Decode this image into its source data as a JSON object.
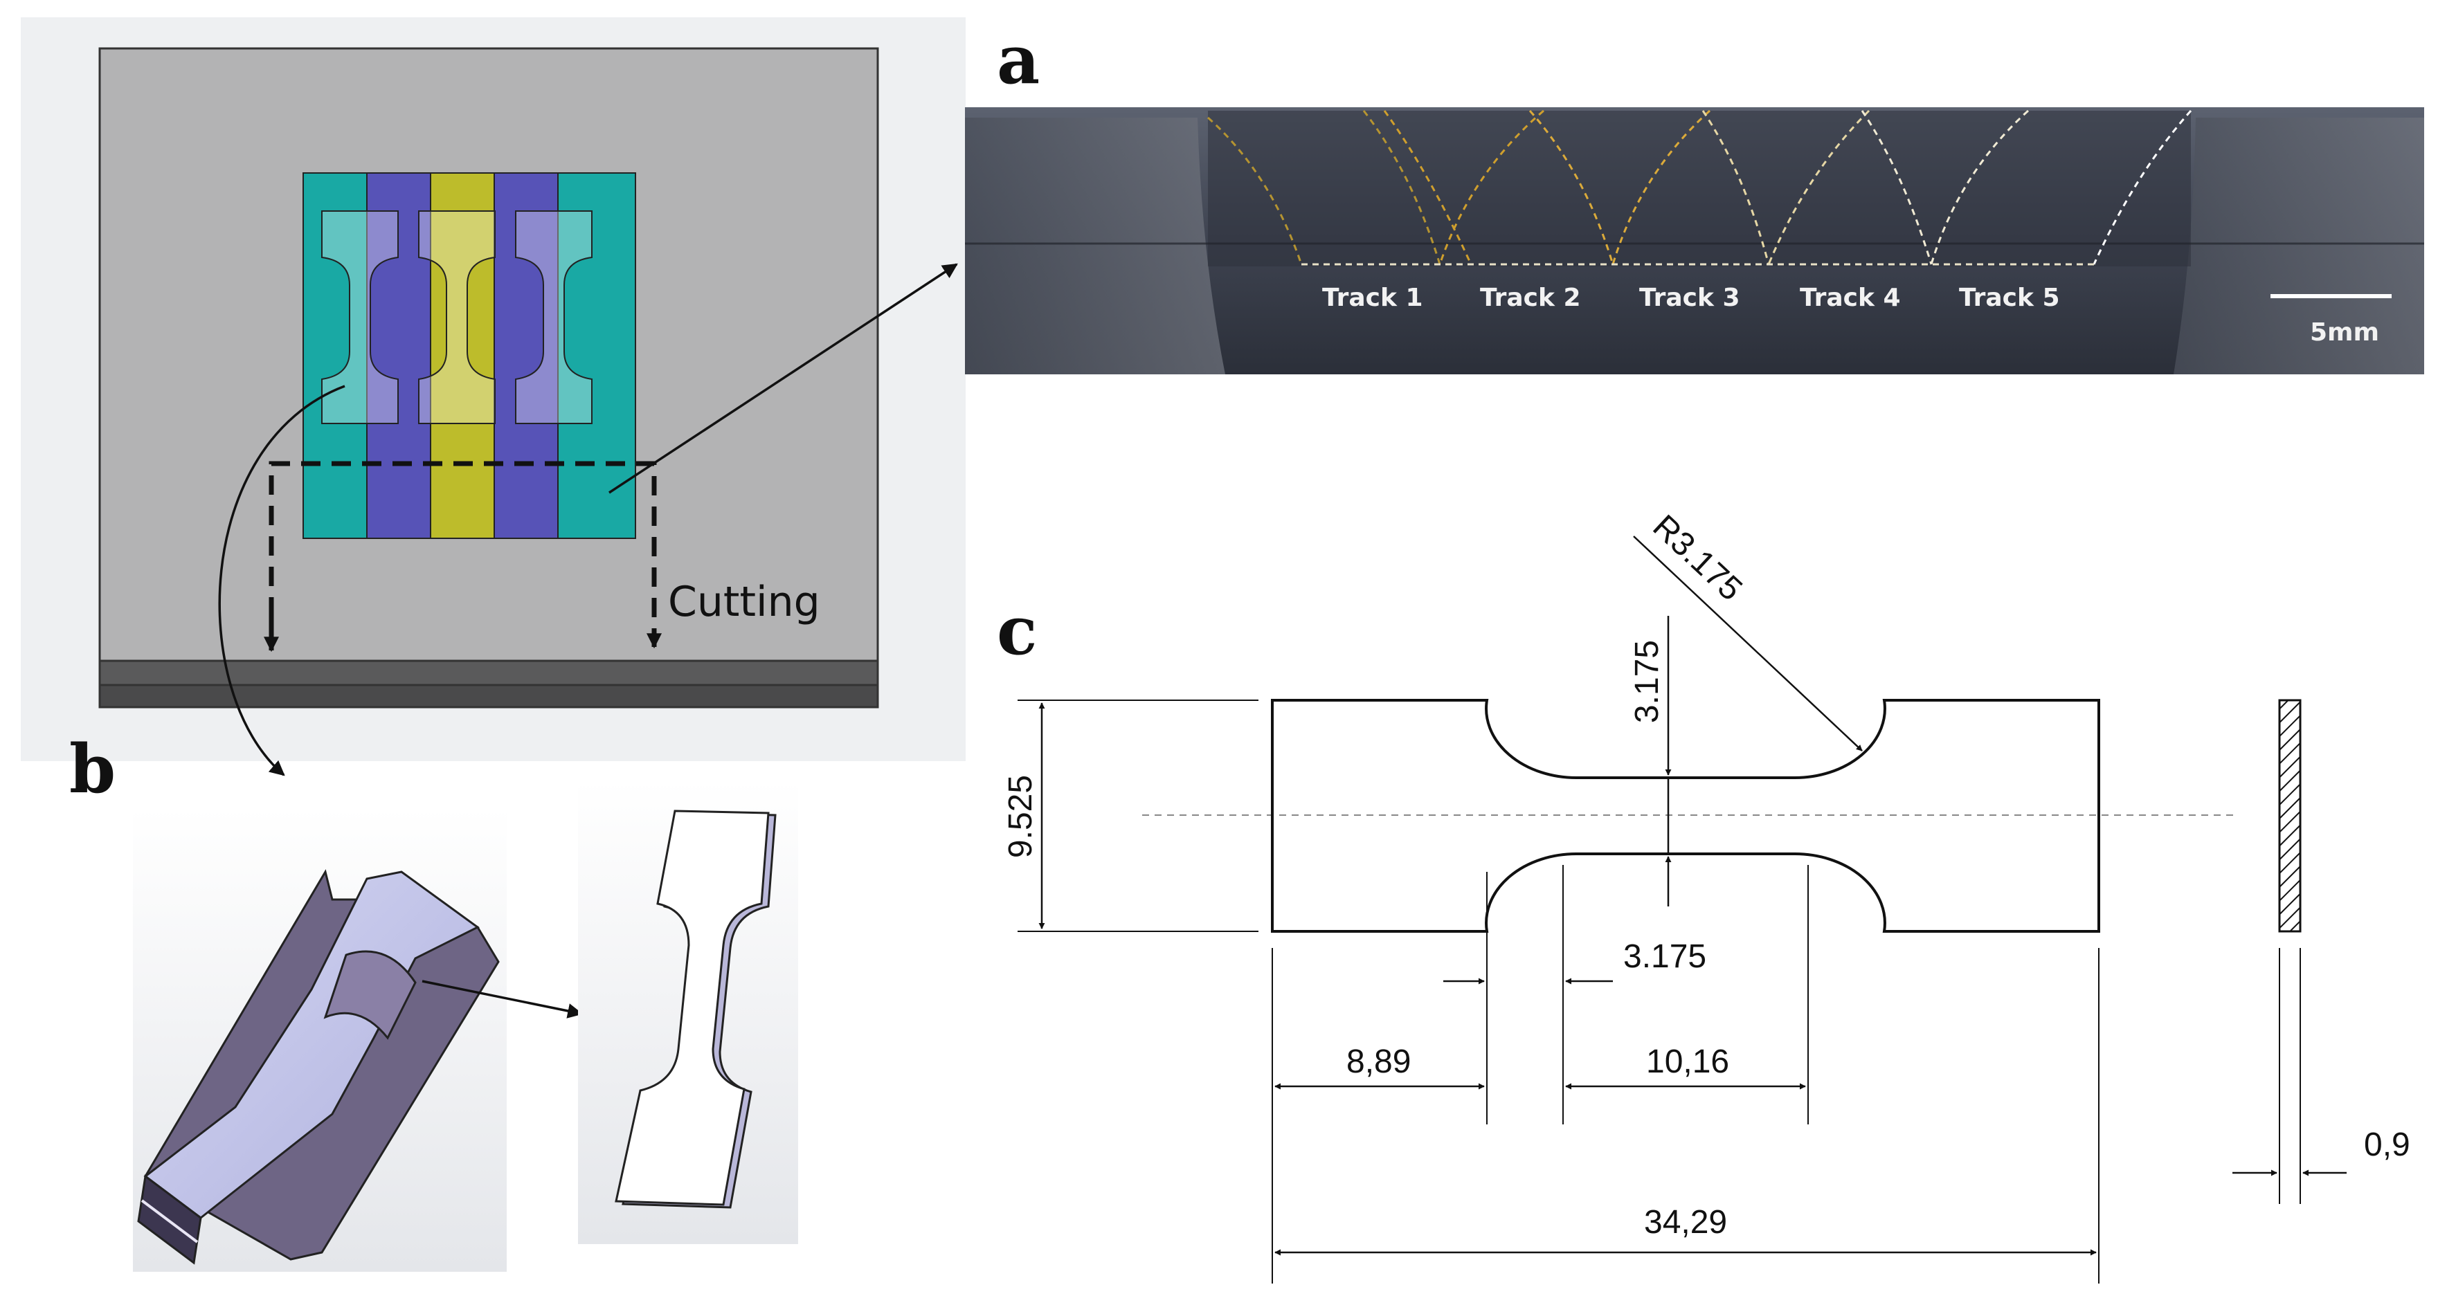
{
  "panels": {
    "a": "a",
    "b": "b",
    "c": "c"
  },
  "panel_a": {
    "tracks": [
      "Track 1",
      "Track 2",
      "Track 3",
      "Track 4",
      "Track 5"
    ],
    "scale_bar_label": "5mm"
  },
  "panel_main": {
    "cutting_label": "Cutting",
    "strip_colors": [
      "#19a9a4",
      "#5753b7",
      "#bdbc2b",
      "#5753b7",
      "#19a9a4"
    ]
  },
  "panel_c": {
    "radius_label": "R3.175",
    "width_label": "9.525",
    "gauge_width_label": "3.175",
    "fillet_label": "3.175",
    "grip_length_label": "8,89",
    "gauge_length_label": "10,16",
    "overall_length_label": "34,29",
    "thickness_label": "0,9"
  },
  "colors": {
    "plate": "#b3b3b4",
    "teal": "#19a9a4",
    "indigo": "#5753b7",
    "olive": "#bdbc2b",
    "specimen_face": "#c9cbee",
    "specimen_side": "#6e6585"
  }
}
